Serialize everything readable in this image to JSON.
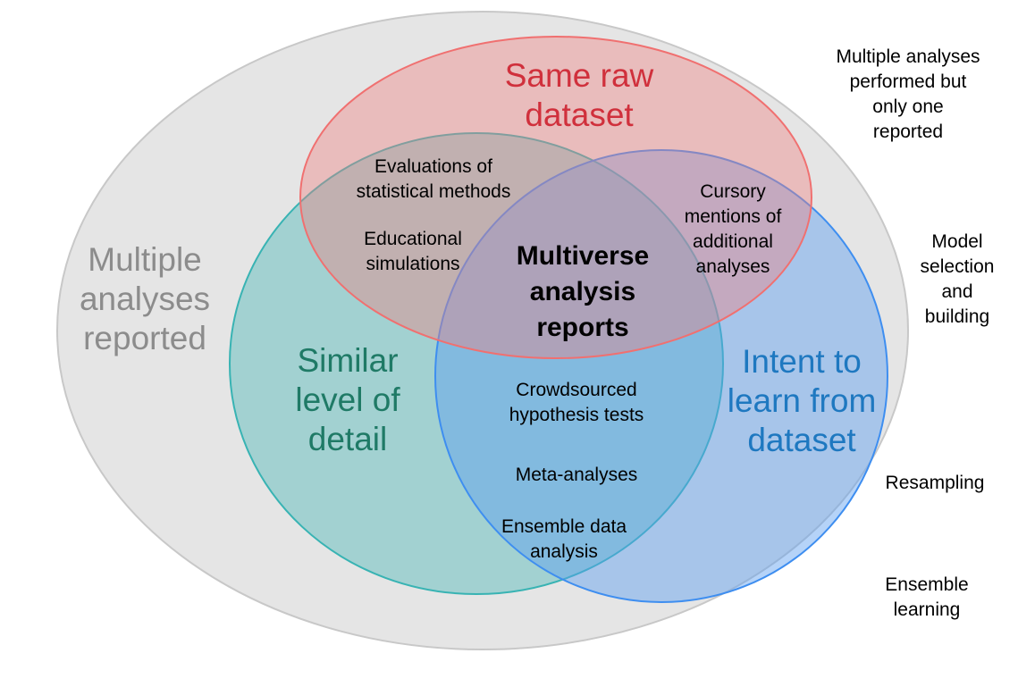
{
  "colors": {
    "outer_fill": "#e5e5e5",
    "outer_stroke": "#c8c8c8",
    "red_fill": "#f08080",
    "red_stroke": "#f07070",
    "teal_fill": "#4fb8b8",
    "teal_stroke": "#38b3b3",
    "blue_fill": "#5a9ef0",
    "blue_stroke": "#3e8ef0",
    "gray_text": "#8c8c8c",
    "red_text": "#d0303c",
    "teal_text": "#1f7a66",
    "blue_text": "#1e78c0",
    "dark_text": "#000000"
  },
  "diagram": {
    "outer_set_label": "Multiple\nanalyses\nreported",
    "raw_dataset_label": "Same raw\ndataset",
    "similar_detail_label": "Similar\nlevel of\ndetail",
    "intent_label": "Intent to\nlearn from\ndataset",
    "center_label": "Multiverse\nanalysis\nreports",
    "items": {
      "evaluations": "Evaluations of\nstatistical methods",
      "educational": "Educational\nsimulations",
      "cursory": "Cursory\nmentions of\nadditional\nanalyses",
      "crowdsourced": "Crowdsourced\nhypothesis tests",
      "meta": "Meta-analyses",
      "ensemble_data": "Ensemble data\nanalysis"
    },
    "outside": {
      "multiple_one_reported": "Multiple analyses\nperformed but\nonly one\nreported",
      "model_selection": "Model\nselection\nand\nbuilding",
      "resampling": "Resampling",
      "ensemble_learning": "Ensemble\nlearning"
    }
  }
}
